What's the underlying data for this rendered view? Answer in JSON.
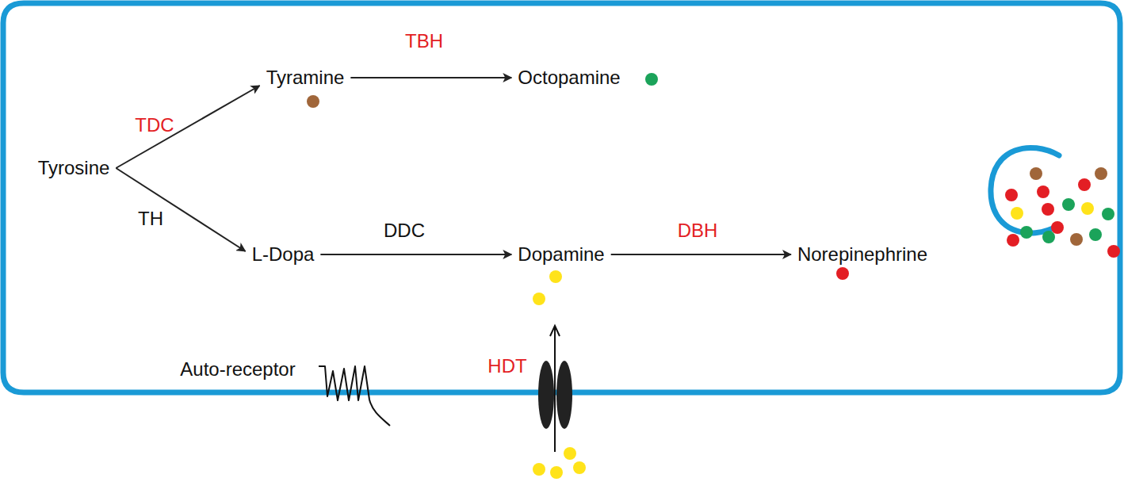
{
  "diagram": {
    "nodes": [
      {
        "text": [
          "Tyrosine"
        ]
      },
      {
        "text": [
          "Tyramine"
        ]
      },
      {
        "text": [
          "Octopamine"
        ]
      },
      {
        "text": [
          "L-Dopa"
        ]
      },
      {
        "text": [
          "Dopamine"
        ]
      },
      {
        "text": [
          "Norepinephrine"
        ]
      }
    ],
    "edges": [
      {
        "from": 0,
        "to": 1,
        "label": "TDC",
        "arrow": "to"
      },
      {
        "from": 1,
        "to": 2,
        "label": "TBH",
        "arrow": "to"
      },
      {
        "from": 0,
        "to": 3,
        "label": "TH",
        "arrow": "to"
      },
      {
        "from": 3,
        "to": 4,
        "label": "DDC",
        "arrow": "to"
      },
      {
        "from": 4,
        "to": 5,
        "label": "DBH",
        "arrow": "to"
      }
    ],
    "labels": [
      "Auto-receptor",
      "HDT"
    ]
  }
}
